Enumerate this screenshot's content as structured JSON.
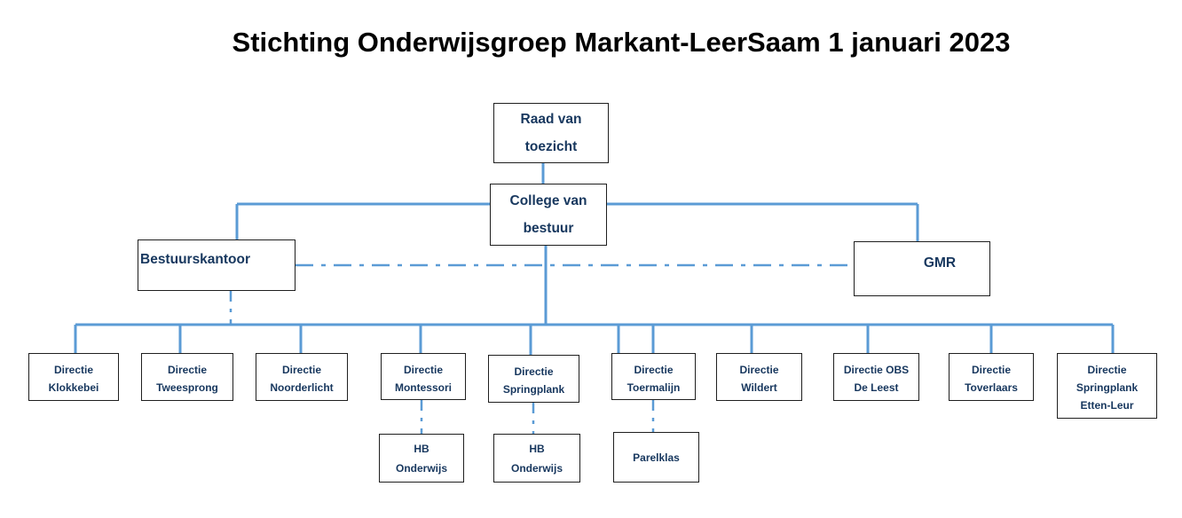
{
  "title": "Stichting Onderwijsgroep Markant-LeerSaam 1 januari 2023",
  "colors": {
    "line": "#5b9bd5",
    "box_border": "#1f1f1f",
    "box_text": "#17375e"
  },
  "nodes": {
    "raad": [
      "Raad van",
      "toezicht"
    ],
    "college": [
      "College van",
      "bestuur"
    ],
    "bestuurskantoor": [
      "Bestuurskantoor"
    ],
    "gmr": [
      "GMR"
    ],
    "klokkebei": [
      "Directie",
      "Klokkebei"
    ],
    "tweesprong": [
      "Directie",
      "Tweesprong"
    ],
    "noorderlicht": [
      "Directie",
      "Noorderlicht"
    ],
    "montessori": [
      "Directie",
      "Montessori"
    ],
    "springplank": [
      "Directie",
      "Springplank"
    ],
    "toermalijn": [
      "Directie",
      "Toermalijn"
    ],
    "wildert": [
      "Directie",
      "Wildert"
    ],
    "obs_de_leest": [
      "Directie OBS",
      "De Leest"
    ],
    "toverlaars": [
      "Directie",
      "Toverlaars"
    ],
    "springplank_etten_leur": [
      "Directie",
      "Springplank",
      "Etten-Leur"
    ],
    "hb_onderwijs_1": [
      "HB",
      "Onderwijs"
    ],
    "hb_onderwijs_2": [
      "HB",
      "Onderwijs"
    ],
    "parelklas": [
      "Parelklas"
    ]
  }
}
